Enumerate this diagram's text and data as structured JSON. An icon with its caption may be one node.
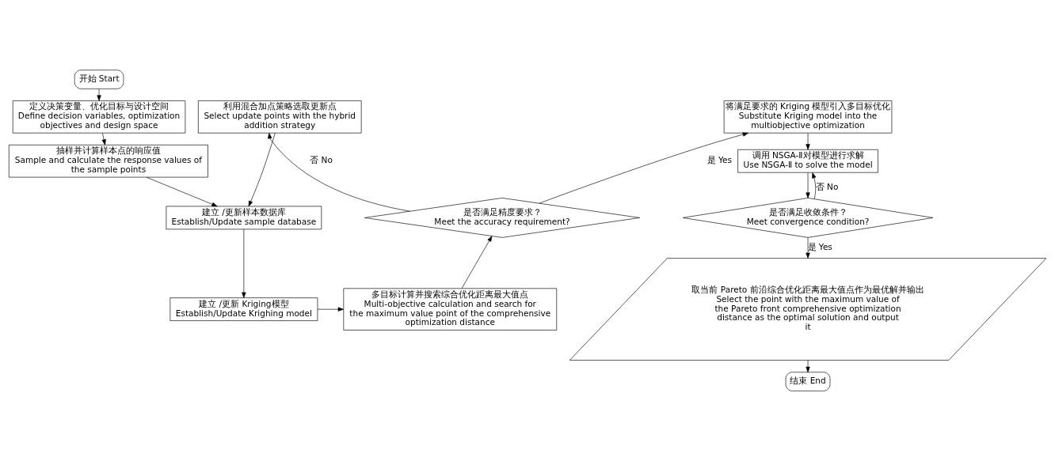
{
  "diagram": {
    "nodes": [
      {
        "text": [
          "开始 Start"
        ]
      },
      {
        "text": [
          "定义决策变量、优化目标与设计空间",
          "Define decision variables, optimization objectives and design space"
        ]
      },
      {
        "text": [
          "抽样并计算样本点的响应值",
          "Sample and calculate the response values of the sample points"
        ]
      },
      {
        "text": [
          "建立 /更新样本数据库",
          "Establish/Update sample database"
        ]
      },
      {
        "text": [
          "建立 /更新 Kriging模型",
          "Establish/Update Krighing model"
        ]
      },
      {
        "text": [
          "多目标计算并搜索综合优化距离最大值点",
          "Multi-objective calculation and search for the maximum value point of the comprehensive optimization distance"
        ]
      },
      {
        "text": [
          "是否满足精度要求？",
          "Meet the accuracy requirement?"
        ]
      },
      {
        "text": [
          "利用混合加点策略选取更新点",
          "Select update points with the hybrid addition strategy"
        ]
      },
      {
        "text": [
          "将满足要求的 Kriging 模型引入多目标优化",
          "Substitute Kriging model into the multiobjective optimization"
        ]
      },
      {
        "text": [
          "调用 NSGA-Ⅱ对模型进行求解",
          "Use NSGA-Ⅱ to solve the model"
        ]
      },
      {
        "text": [
          "是否满足收敛条件？",
          "Meet convergence condition?"
        ]
      },
      {
        "text": [
          "取当前 Pareto 前沿综合优化距离最大值点作为最优解并输出",
          "Select the point with the maximum value of the Pareto front comprehensive optimization distance as the optimal solution and output it"
        ]
      },
      {
        "text": [
          "结束 End"
        ]
      }
    ],
    "edges": [
      {
        "from": 0,
        "to": 1,
        "arrow": "to"
      },
      {
        "from": 1,
        "to": 2,
        "arrow": "to"
      },
      {
        "from": 2,
        "to": 3,
        "arrow": "to"
      },
      {
        "from": 3,
        "to": 4,
        "arrow": "to"
      },
      {
        "from": 4,
        "to": 5,
        "arrow": "to"
      },
      {
        "from": 5,
        "to": 6,
        "arrow": "to"
      },
      {
        "from": 6,
        "to": 7,
        "arrow": "to",
        "label": "否 No"
      },
      {
        "from": 7,
        "to": 3,
        "arrow": "to"
      },
      {
        "from": 6,
        "to": 8,
        "arrow": "to",
        "label": "是 Yes"
      },
      {
        "from": 8,
        "to": 9,
        "arrow": "to"
      },
      {
        "from": 9,
        "to": 10,
        "arrow": "to"
      },
      {
        "from": 10,
        "to": 9,
        "arrow": "to",
        "label": "否 No"
      },
      {
        "from": 10,
        "to": 11,
        "arrow": "to",
        "label": "是 Yes"
      },
      {
        "from": 11,
        "to": 12,
        "arrow": "to"
      }
    ]
  }
}
